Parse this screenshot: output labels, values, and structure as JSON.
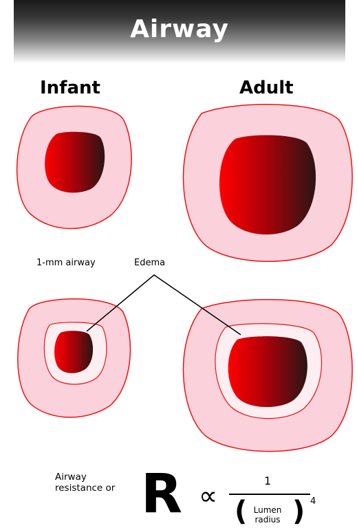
{
  "title": "Airway",
  "columns": {
    "infant": "Infant",
    "adult": "Adult"
  },
  "labels": {
    "one_mm": "1-mm airway",
    "edema": "Edema"
  },
  "formula": {
    "label_line1": "Airway",
    "label_line2": "resistance or",
    "symbol": "R",
    "proportional": "∝",
    "numerator": "1",
    "paren_open": "(",
    "paren_close": ")",
    "denominator_line1": "Lumen",
    "denominator_line2": "radius",
    "exponent": "4"
  },
  "colors": {
    "tissue_fill": "#fbd2db",
    "tissue_stroke": "#ee1111",
    "edema_fill": "#fdeef1",
    "lumen_red": "#ff0000",
    "lumen_dark": "#2a1515"
  }
}
